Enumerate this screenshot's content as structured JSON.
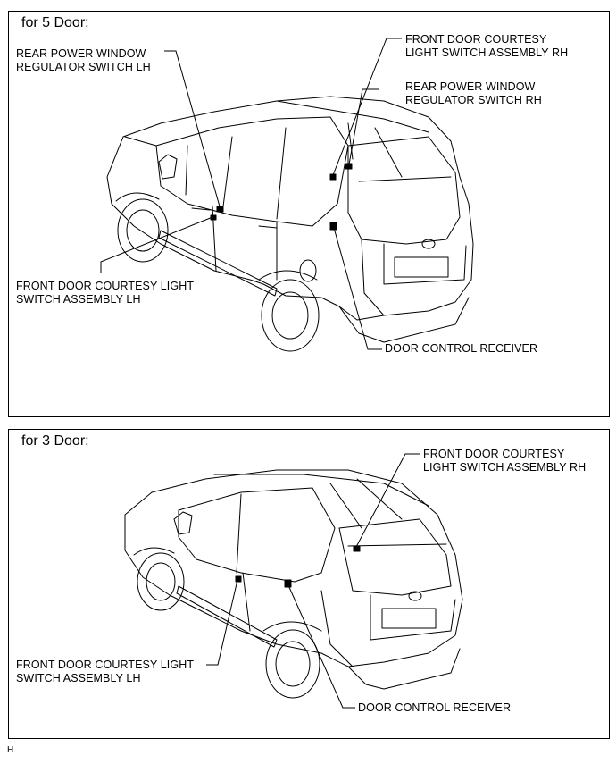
{
  "panels": [
    {
      "title": "for 5 Door:",
      "labels": {
        "rear_window_lh": [
          "REAR POWER WINDOW",
          "REGULATOR SWITCH LH"
        ],
        "front_courtesy_rh": [
          "FRONT DOOR COURTESY",
          "LIGHT SWITCH ASSEMBLY RH"
        ],
        "rear_window_rh": [
          "REAR POWER WINDOW",
          "REGULATOR SWITCH RH"
        ],
        "front_courtesy_lh": [
          "FRONT DOOR COURTESY LIGHT",
          "SWITCH ASSEMBLY LH"
        ],
        "door_control_receiver": "DOOR CONTROL RECEIVER"
      }
    },
    {
      "title": "for 3 Door:",
      "labels": {
        "front_courtesy_rh": [
          "FRONT DOOR COURTESY",
          "LIGHT SWITCH ASSEMBLY RH"
        ],
        "front_courtesy_lh": [
          "FRONT DOOR COURTESY LIGHT",
          "SWITCH ASSEMBLY LH"
        ],
        "door_control_receiver": "DOOR CONTROL RECEIVER"
      }
    }
  ],
  "footer": "H"
}
